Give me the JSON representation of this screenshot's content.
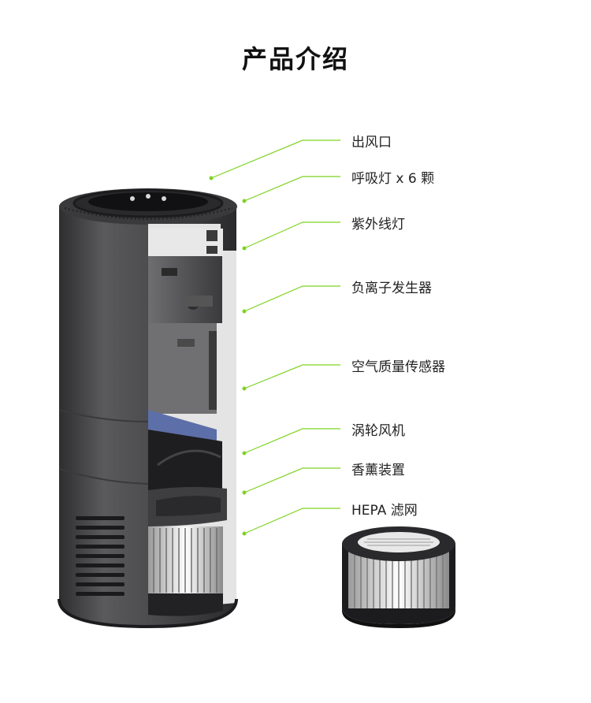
{
  "page": {
    "title": "产品介绍"
  },
  "callouts": [
    {
      "label": "出风口"
    },
    {
      "label": "呼吸灯 x 6 颗"
    },
    {
      "label": "紫外线灯"
    },
    {
      "label": "负离子发生器"
    },
    {
      "label": "空气质量传感器"
    },
    {
      "label": "涡轮风机"
    },
    {
      "label": "香薰装置"
    },
    {
      "label": "HEPA 滤网"
    }
  ],
  "colors": {
    "accent": "#7ed321",
    "body": "#4a4a4c",
    "dark": "#1c1c1e"
  },
  "images": {
    "purifier": "air-purifier-cutaway",
    "filter": "hepa-filter-cartridge"
  }
}
